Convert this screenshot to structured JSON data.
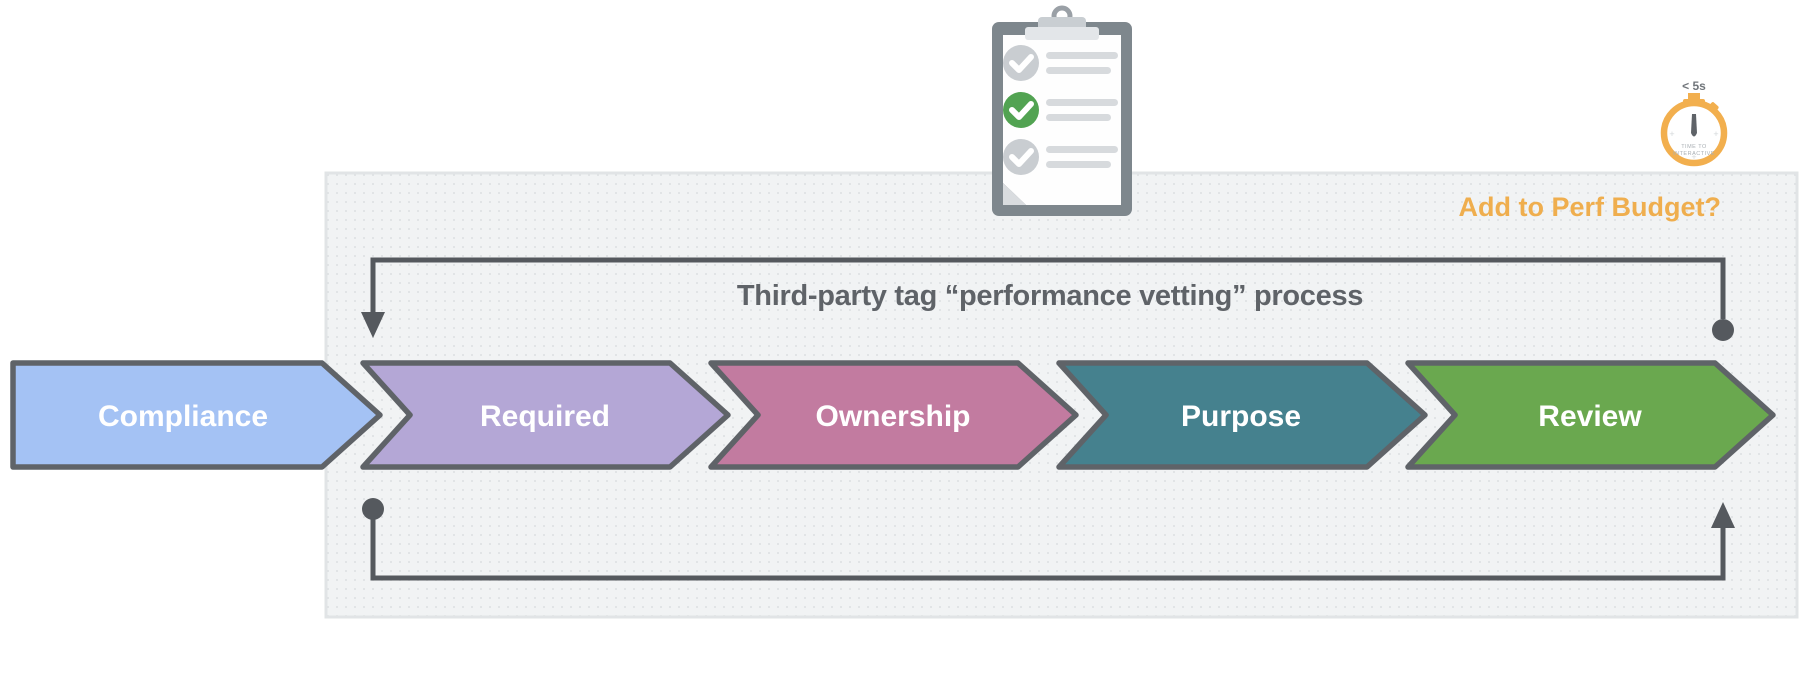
{
  "diagram": {
    "title": "Third-party tag “performance vetting” process",
    "perf_budget": {
      "label": "Add to Perf Budget?",
      "color": "#EFAE4E"
    },
    "stages": [
      {
        "label": "Compliance",
        "color": "#A4C2F4"
      },
      {
        "label": "Required",
        "color": "#B4A7D6"
      },
      {
        "label": "Ownership",
        "color": "#C27BA0"
      },
      {
        "label": "Purpose",
        "color": "#45818E"
      },
      {
        "label": "Review",
        "color": "#6AA84F"
      }
    ],
    "stopwatch": {
      "badge": "< 5s",
      "dial_line1": "TIME TO",
      "dial_line2": "INTERACTIVE",
      "ring_color": "#F2AF4E"
    },
    "clipboard": {
      "items": [
        {
          "check_color": "#C9CDD1"
        },
        {
          "check_color": "#52A352"
        },
        {
          "check_color": "#C9CDD1"
        }
      ]
    },
    "colors": {
      "outline": "#5F6368",
      "loop_line": "#55595E",
      "panel_bg": "#F1F3F4",
      "panel_dot": "#DCDFE2",
      "clipboard_frame": "#7E878D",
      "title_text": "#5F6368"
    }
  }
}
